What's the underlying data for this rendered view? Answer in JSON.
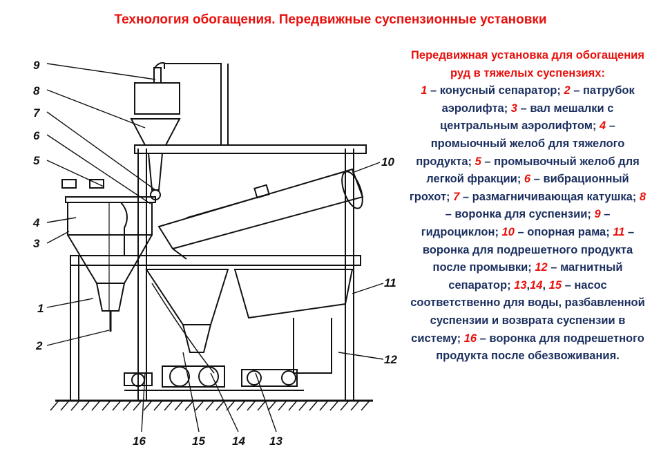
{
  "title": "Технология обогащения. Передвижные суспензионные установки",
  "description": {
    "heading": "Передвижная установка для обогащения руд в тяжелых суспензиях:",
    "items": [
      {
        "num": "1",
        "text": " – конусный сепаратор; "
      },
      {
        "num": "2",
        "text": " – патрубок аэролифта; "
      },
      {
        "num": "3",
        "text": " – вал мешалки с центральным аэролифтом; "
      },
      {
        "num": "4",
        "text": " – промыочный желоб для тяжелого продукта; "
      },
      {
        "num": "5",
        "text": " – промывочный желоб для легкой фракции; "
      },
      {
        "num": "6",
        "text": " – вибрационный грохот; "
      },
      {
        "num": "7",
        "text": " – размагничивающая катушка; "
      },
      {
        "num": "8",
        "text": " – воронка для суспензии; "
      },
      {
        "num": "9",
        "text": " – гидроциклон; "
      },
      {
        "num": "10",
        "text": " – опорная рама; "
      },
      {
        "num": "11",
        "text": " – воронка для подрешетного продукта после промывки; "
      },
      {
        "num": "12",
        "text": " – магнитный сепаратор; "
      },
      {
        "num": "13",
        "text": ","
      },
      {
        "num": "14",
        "text": ", "
      },
      {
        "num": "15",
        "text": " – насос соответственно для воды, разбавленной суспензии и возврата суспензии в систему; "
      },
      {
        "num": "16",
        "text": " – воронка для подрешетного продукта после обезвоживания."
      }
    ]
  },
  "diagram": {
    "labels": [
      "9",
      "8",
      "7",
      "6",
      "5",
      "4",
      "3",
      "1",
      "2",
      "10",
      "11",
      "12",
      "16",
      "15",
      "14",
      "13"
    ]
  },
  "colors": {
    "title": "#e8100c",
    "body_text": "#1b2f5e",
    "numbers": "#e8100c",
    "drawing": "#111111"
  }
}
